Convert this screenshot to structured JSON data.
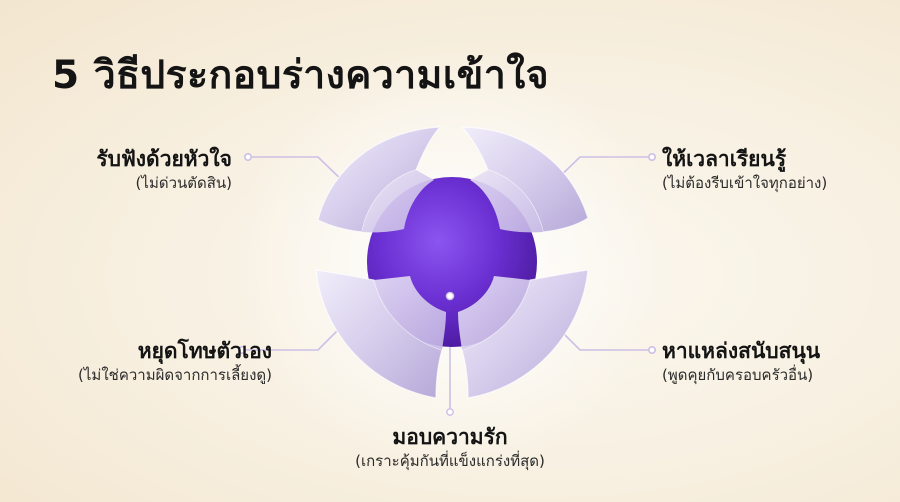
{
  "title": "5 วิธีประกอบร่างความเข้าใจ",
  "parts": [
    {
      "id": "tl",
      "main": "รับฟังด้วยหัวใจ",
      "sub": "(ไม่ด่วนตัดสิน)"
    },
    {
      "id": "tr",
      "main": "ให้เวลาเรียนรู้",
      "sub": "(ไม่ต้องรีบเข้าใจทุกอย่าง)"
    },
    {
      "id": "bl",
      "main": "หยุดโทษตัวเอง",
      "sub": "(ไม่ใช่ความผิดจากการเลี้ยงดู)"
    },
    {
      "id": "br",
      "main": "หาแหล่งสนับสนุน",
      "sub": "(พูดคุยกับครอบครัวอื่น)"
    },
    {
      "id": "bc",
      "main": "มอบความรัก",
      "sub": "(เกราะคุ้มกันที่แข็งแกร่งที่สุด)"
    }
  ],
  "colors": {
    "core": "#6a2fd1",
    "shell": "#c9bfe3",
    "connector": "#cdbfe6"
  }
}
